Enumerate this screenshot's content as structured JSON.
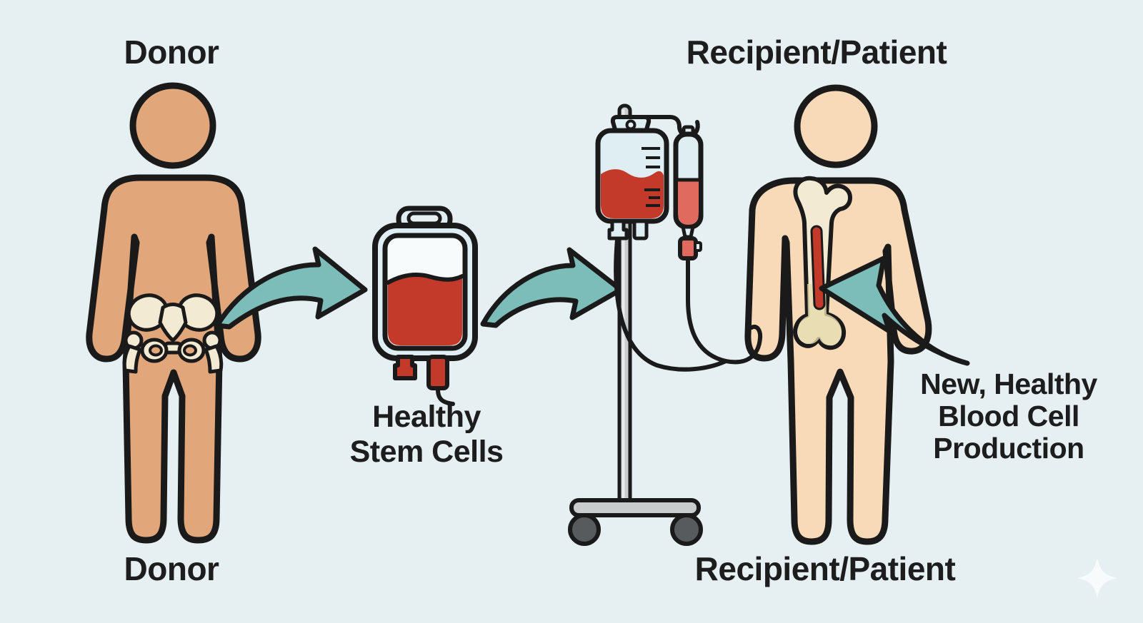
{
  "labels": {
    "donor_top": "Donor",
    "donor_bottom": "Donor",
    "recipient_top": "Recipient/Patient",
    "recipient_bottom": "Recipient/Patient",
    "stem_cells": {
      "line1": "Healthy",
      "line2": "Stem Cells"
    },
    "production": {
      "line1": "New, Healthy",
      "line2": "Blood Cell",
      "line3": "Production"
    }
  },
  "icons": {
    "donor_figure": "human-silhouette",
    "recipient_figure": "human-silhouette",
    "pelvis": "pelvis-bone",
    "femur": "femur-bone-with-red-marrow",
    "stem_cell_bag": "blood-bag",
    "iv_stand": "iv-pole-with-blood-bag-and-drip-chamber",
    "arrows": "teal-swoosh-arrow",
    "watermark": "sparkle"
  },
  "colors": {
    "background": "#e6eff2",
    "outline": "#1a1a1a",
    "text": "#1d1d1d",
    "donor_skin": "#e1a77b",
    "recipient_skin": "#f8d9b8",
    "arrow_teal": "#7dbdb9",
    "blood_red": "#c33a2b",
    "drip_red": "#e06a5e",
    "bone_cream": "#f2ead2",
    "bone_shade": "#e6d9ad",
    "bag_blue": "#dfeef3",
    "bag_white": "#f7fbfc",
    "pole_gray": "#c9cccd",
    "pole_light": "#e9ebeb",
    "wheel_gray": "#585b5d",
    "watermark": "#f8fcfd"
  }
}
